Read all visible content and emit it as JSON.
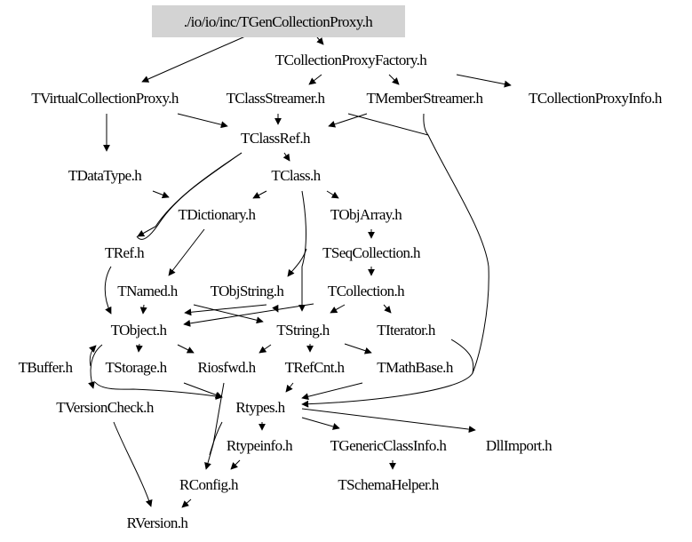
{
  "graph": {
    "root": "./io/io/inc/TGenCollectionProxy.h",
    "nodes": {
      "TCollectionProxyFactory": "TCollectionProxyFactory.h",
      "TVirtualCollectionProxy": "TVirtualCollectionProxy.h",
      "TClassStreamer": "TClassStreamer.h",
      "TMemberStreamer": "TMemberStreamer.h",
      "TCollectionProxyInfo": "TCollectionProxyInfo.h",
      "TClassRef": "TClassRef.h",
      "TDataType": "TDataType.h",
      "TClass": "TClass.h",
      "TDictionary": "TDictionary.h",
      "TObjArray": "TObjArray.h",
      "TRef": "TRef.h",
      "TSeqCollection": "TSeqCollection.h",
      "TNamed": "TNamed.h",
      "TObjString": "TObjString.h",
      "TCollection": "TCollection.h",
      "TObject": "TObject.h",
      "TString": "TString.h",
      "TIterator": "TIterator.h",
      "TBuffer": "TBuffer.h",
      "TStorage": "TStorage.h",
      "Riosfwd": "Riosfwd.h",
      "TRefCnt": "TRefCnt.h",
      "TMathBase": "TMathBase.h",
      "TVersionCheck": "TVersionCheck.h",
      "Rtypes": "Rtypes.h",
      "Rtypeinfo": "Rtypeinfo.h",
      "TGenericClassInfo": "TGenericClassInfo.h",
      "DllImport": "DllImport.h",
      "RConfig": "RConfig.h",
      "TSchemaHelper": "TSchemaHelper.h",
      "RVersion": "RVersion.h"
    },
    "root_fill": "#d3d3d3"
  }
}
